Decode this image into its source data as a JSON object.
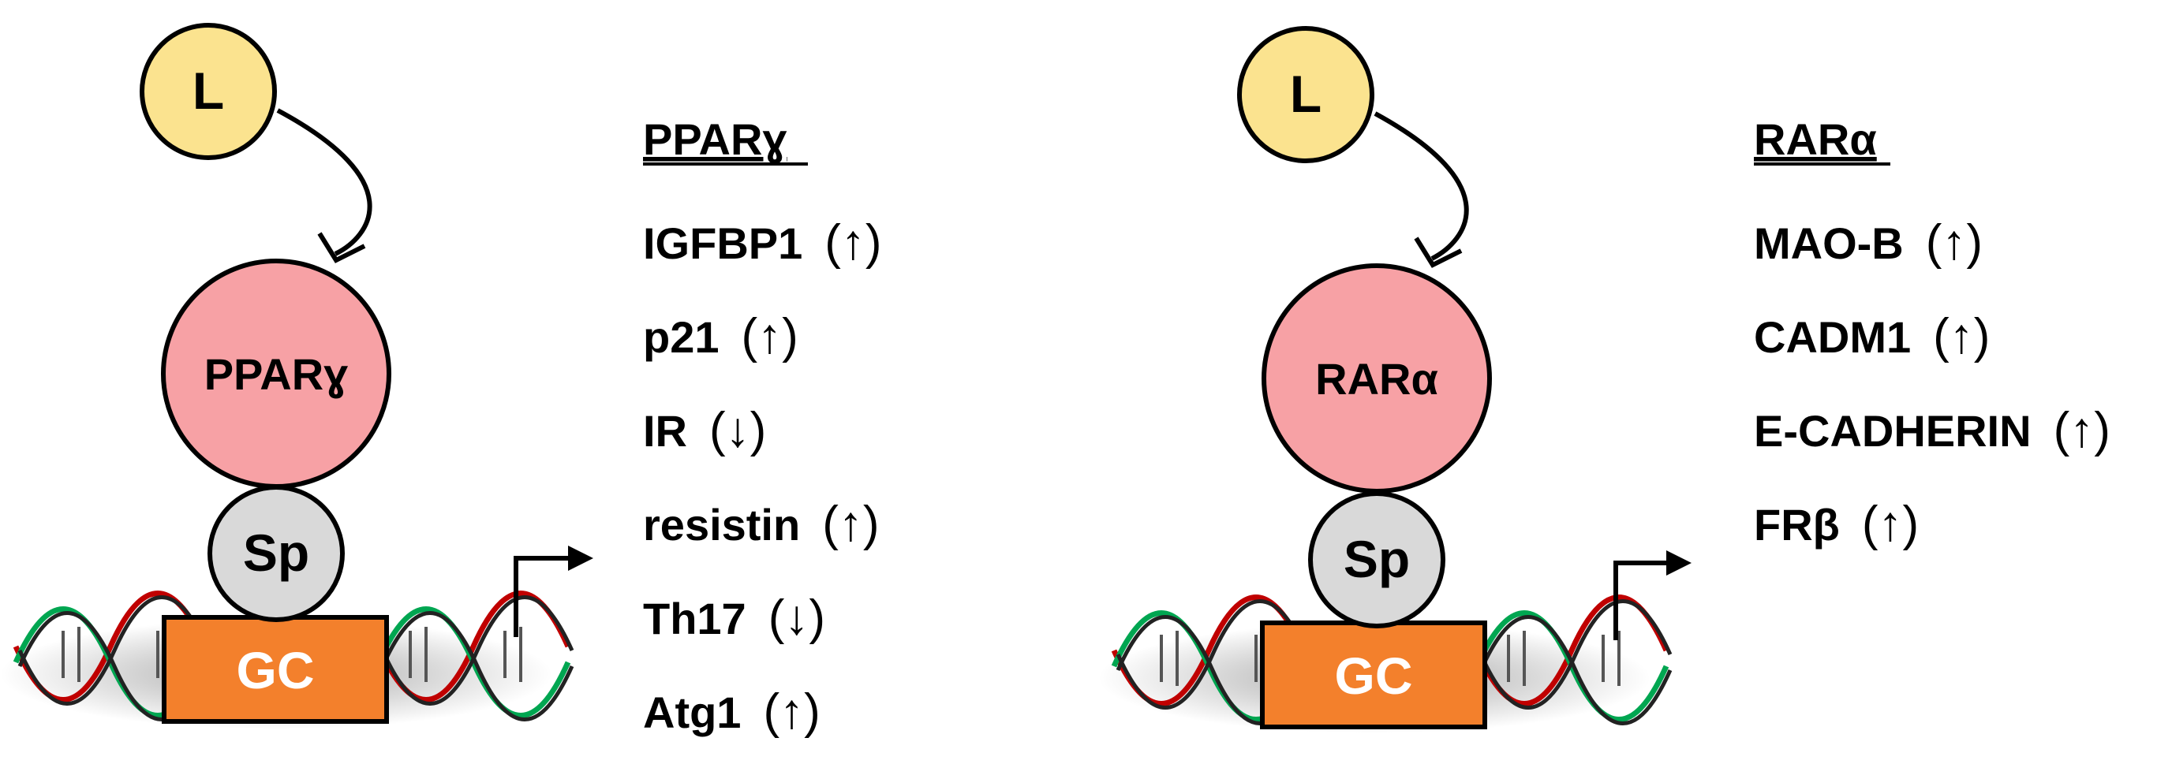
{
  "colors": {
    "ligand": "#fbe38f",
    "receptor": "#f7a1a5",
    "sp": "#d9d9d9",
    "gc_box": "#f3802c",
    "gc_text": "#ffffff",
    "dna_red": "#c00000",
    "dna_green": "#00a651",
    "dna_dark": "#222222",
    "outline": "#000000"
  },
  "panels": [
    {
      "id": "pparg",
      "ligand_label": "L",
      "receptor_label": "PPARɣ",
      "sp_label": "Sp",
      "gc_label": "GC",
      "list_title": "PPARɣ",
      "genes": [
        {
          "name": "IGFBP1",
          "direction": "(↑)"
        },
        {
          "name": "p21",
          "direction": "(↑)"
        },
        {
          "name": "IR",
          "direction": "(↓)"
        },
        {
          "name": "resistin",
          "direction": "(↑)"
        },
        {
          "name": "Th17",
          "direction": "(↓)"
        },
        {
          "name": "Atg1",
          "direction": "(↑)"
        }
      ]
    },
    {
      "id": "rara",
      "ligand_label": "L",
      "receptor_label": "RARα",
      "sp_label": "Sp",
      "gc_label": "GC",
      "list_title": "RARα",
      "genes": [
        {
          "name": "MAO-B",
          "direction": "(↑)"
        },
        {
          "name": "CADM1",
          "direction": "(↑)"
        },
        {
          "name": "E-CADHERIN",
          "direction": "(↑)"
        },
        {
          "name": "FRβ",
          "direction": "(↑)"
        }
      ]
    }
  ]
}
